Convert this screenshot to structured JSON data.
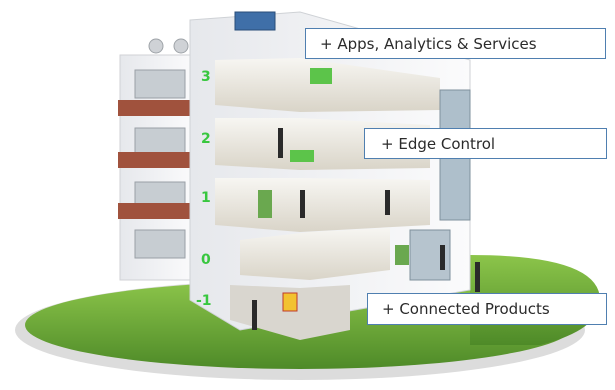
{
  "callouts": {
    "apps": "+ Apps, Analytics & Services",
    "edge": "+ Edge Control",
    "products": "+ Connected Products"
  },
  "floor_numbers": [
    "3",
    "2",
    "1",
    "0",
    "-1"
  ],
  "colors": {
    "callout_border": "#4f7fb0",
    "floor_number": "#38c73f",
    "lawn": "#6fae3a",
    "brick": "#a0523d",
    "wall": "#f3f4f6"
  }
}
